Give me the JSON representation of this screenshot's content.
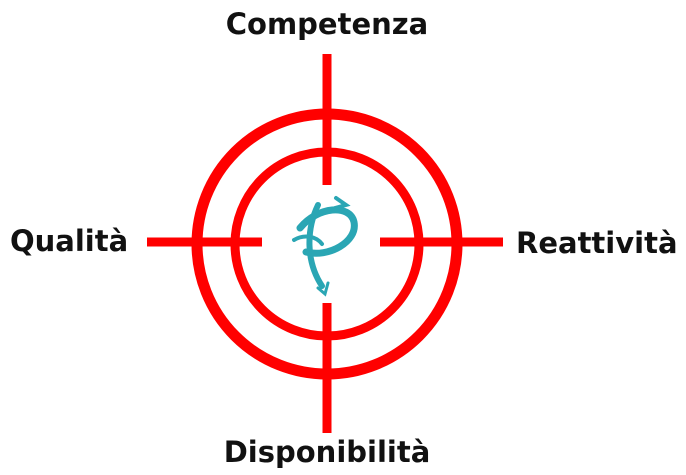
{
  "labels": {
    "top": "Competenza",
    "right": "Reattività",
    "bottom": "Disponibilità",
    "left": "Qualità"
  },
  "colors": {
    "target": "#ff0000",
    "logo": "#2aa6b4",
    "text": "#111111",
    "background": "#ffffff"
  },
  "icons": {
    "center": "swirl-arrow-logo-icon"
  }
}
